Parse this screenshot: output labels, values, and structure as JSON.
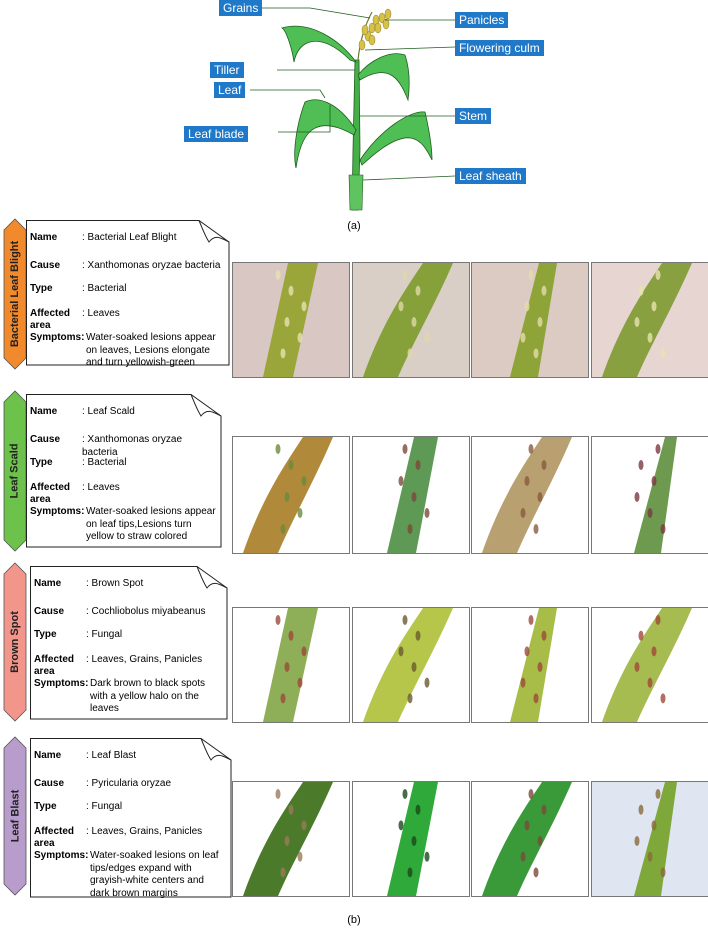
{
  "plant_labels": {
    "grains": "Grains",
    "panicles": "Panicles",
    "flowering_culm": "Flowering culm",
    "tiller": "Tiller",
    "leaf": "Leaf",
    "stem": "Stem",
    "leaf_blade": "Leaf blade",
    "leaf_sheath": "Leaf sheath"
  },
  "caption_a": "(a)",
  "caption_b": "(b)",
  "field_labels": {
    "name": "Name",
    "cause": "Cause",
    "type": "Type",
    "affected": "Affected area",
    "symptoms": "Symptoms:"
  },
  "diseases": [
    {
      "tab": "Bacterial Leaf Blight",
      "color": "#f08a2c",
      "name": ": Bacterial Leaf Blight",
      "cause": ": Xanthomonas oryzae bacteria",
      "type": ": Bacterial",
      "affected": ": Leaves",
      "symptoms": "Water-soaked lesions appear on leaves, Lesions elongate and turn yellowish-green"
    },
    {
      "tab": "Leaf Scald",
      "color": "#6cc24a",
      "name": ": Leaf Scald",
      "cause": ": Xanthomonas oryzae bacteria",
      "type": ": Bacterial",
      "affected": ": Leaves",
      "symptoms": "Water-soaked lesions appear on leaf tips,Lesions turn yellow to straw colored"
    },
    {
      "tab": "Brown Spot",
      "color": "#f2968c",
      "name": ": Brown Spot",
      "cause": ": Cochliobolus miyabeanus",
      "type": ": Fungal",
      "affected": ": Leaves, Grains, Panicles",
      "symptoms": "Dark brown to black spots with a yellow halo on the leaves"
    },
    {
      "tab": "Leaf Blast",
      "color": "#b89ccc",
      "name": ": Leaf Blast",
      "cause": ": Pyricularia oryzae",
      "type": ": Fungal",
      "affected": ": Leaves, Grains, Panicles",
      "symptoms": "Water-soaked lesions on leaf tips/edges expand with grayish-white centers and dark brown margins"
    }
  ]
}
